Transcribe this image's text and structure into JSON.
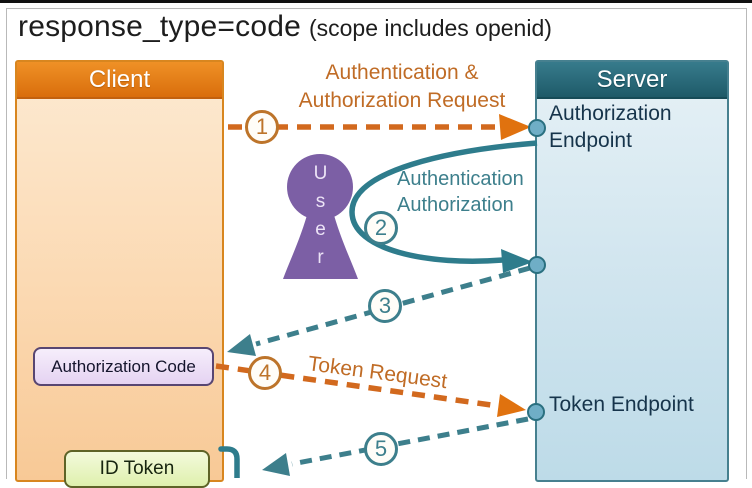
{
  "title": {
    "main": "response_type=code",
    "sub": "(scope includes openid)"
  },
  "client": {
    "header": "Client",
    "authorization_code_label": "Authorization Code",
    "id_token_label": "ID Token"
  },
  "server": {
    "header": "Server",
    "authorization_endpoint_label": "Authorization Endpoint",
    "token_endpoint_label": "Token Endpoint"
  },
  "user_figure": {
    "label": "User"
  },
  "steps": [
    "1",
    "2",
    "3",
    "4",
    "5"
  ],
  "flow_labels": {
    "auth_request_line1": "Authentication &",
    "auth_request_line2": "Authorization Request",
    "authentication": "Authentication",
    "authorization": "Authorization",
    "token_request": "Token Request"
  },
  "colors": {
    "client_header_orange": "#DD7313",
    "client_body_peach": "#FBDCB4",
    "server_header_teal": "#25616F",
    "server_body_blue": "#D3E6EF",
    "arrow_orange": "#D2691E",
    "arrow_teal": "#35798A",
    "user_purple": "#7C5FA5",
    "authorization_code_fill": "#EADAF6",
    "id_token_fill": "#E3F3B9",
    "connector_dot_fill": "#6FAEC6"
  }
}
